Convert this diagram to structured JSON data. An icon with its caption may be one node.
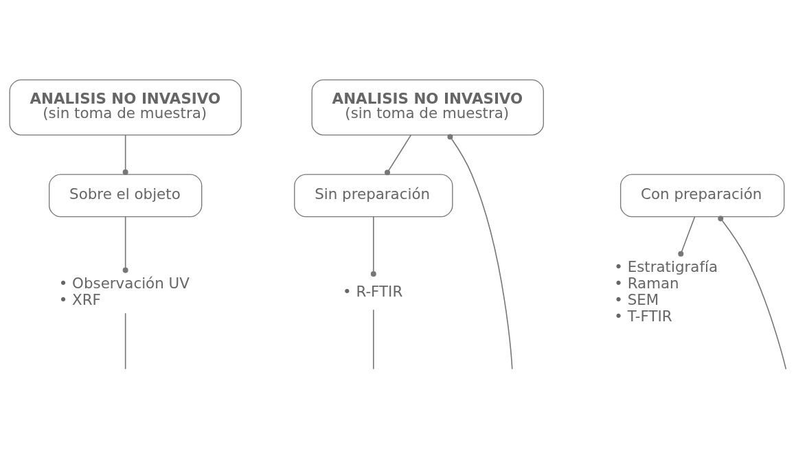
{
  "diagram": {
    "nodes": [
      {
        "text": [
          "ANALISIS NO INVASIVO",
          "(sin toma de muestra)"
        ]
      },
      {
        "text": [
          "Sobre el objeto"
        ]
      },
      {
        "text": [
          "• Observación UV",
          "• XRF"
        ]
      },
      {
        "text": [
          "ANALISIS NO INVASIVO",
          "(sin toma de muestra)"
        ]
      },
      {
        "text": [
          "Sin preparación"
        ]
      },
      {
        "text": [
          "Con preparación"
        ]
      },
      {
        "text": [
          "• R-FTIR"
        ]
      },
      {
        "text": [
          "• Estratigrafía",
          "• Raman",
          "• SEM",
          "• T-FTIR"
        ]
      }
    ],
    "edges": [
      {
        "from": 0,
        "to": 1,
        "arrow": "other"
      },
      {
        "from": 1,
        "to": 2,
        "arrow": "other"
      },
      {
        "from": 2,
        "to": null,
        "arrow": "none"
      },
      {
        "from": null,
        "to": 3,
        "arrow": "other"
      },
      {
        "from": 3,
        "to": 4,
        "arrow": "other"
      },
      {
        "from": null,
        "to": 5,
        "arrow": "other"
      },
      {
        "from": 4,
        "to": 6,
        "arrow": "other"
      },
      {
        "from": 5,
        "to": 7,
        "arrow": "other"
      },
      {
        "from": 6,
        "to": null,
        "arrow": "none"
      }
    ]
  }
}
